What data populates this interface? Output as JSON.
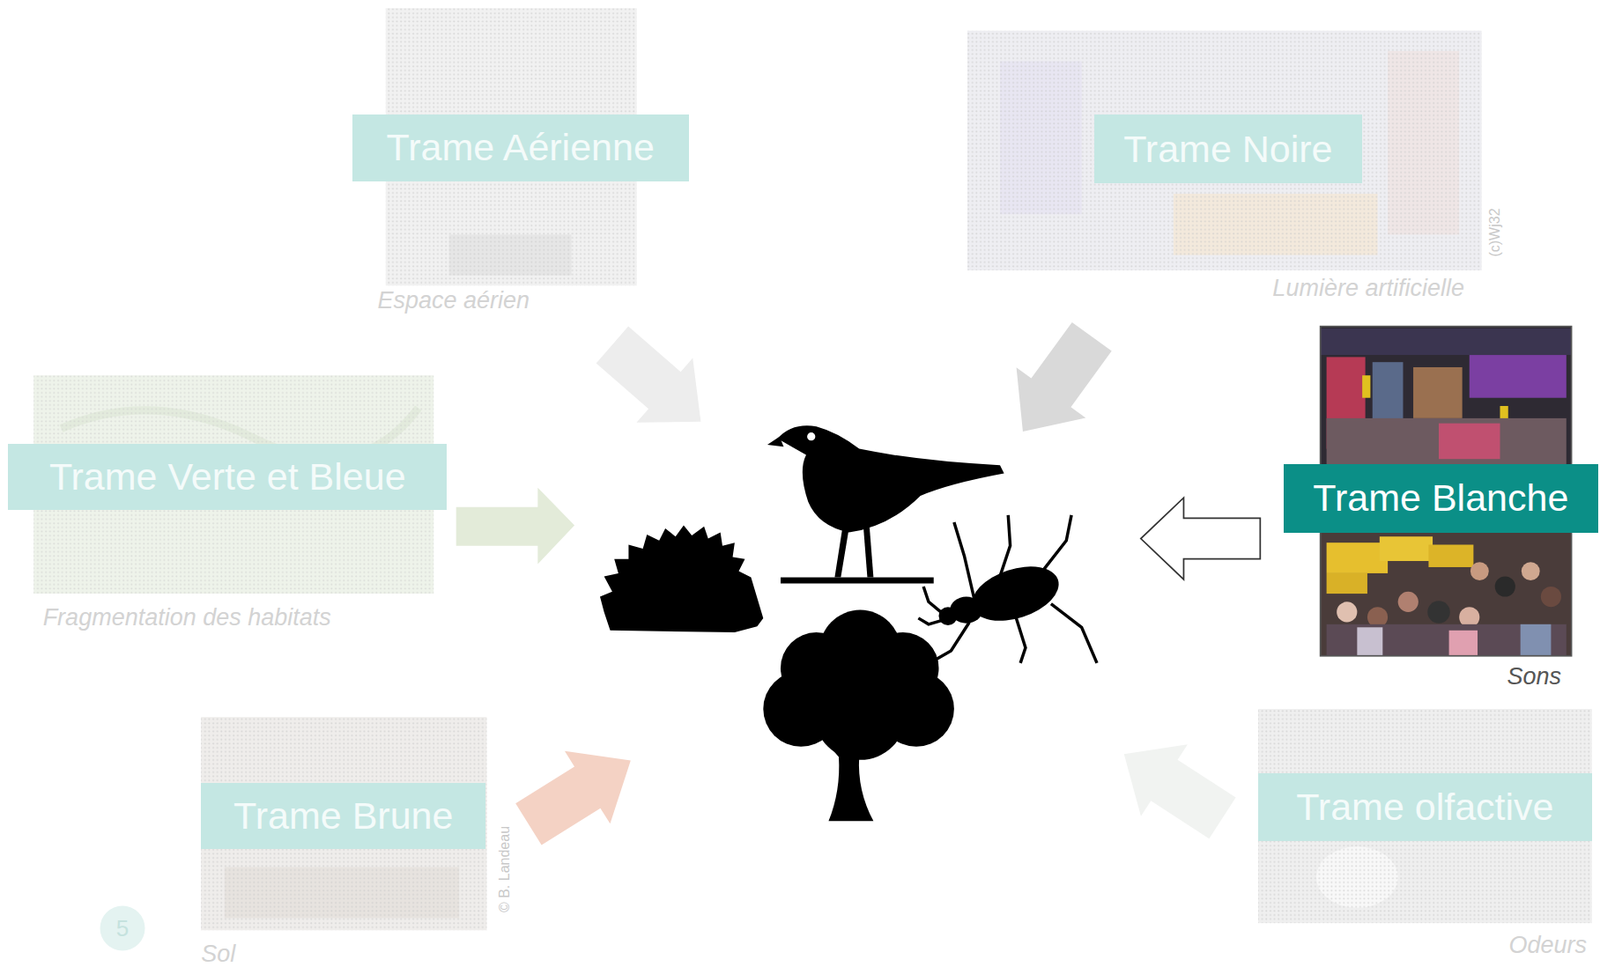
{
  "diagram": {
    "nodes": [
      {
        "text": [
          "Trame Aérienne",
          "Espace aérien"
        ]
      },
      {
        "text": [
          "Trame Noire",
          "Lumière artificielle"
        ]
      },
      {
        "text": [
          "Trame Verte et Bleue",
          "Fragmentation des habitats"
        ]
      },
      {
        "text": [
          "Trame Blanche",
          "Sons"
        ]
      },
      {
        "text": [
          "Trame Brune",
          "Sol"
        ]
      },
      {
        "text": [
          "Trame olfactive",
          "Odeurs"
        ]
      }
    ],
    "labels": [
      "(c)Wj32",
      "© B. Landeau",
      "5"
    ]
  }
}
